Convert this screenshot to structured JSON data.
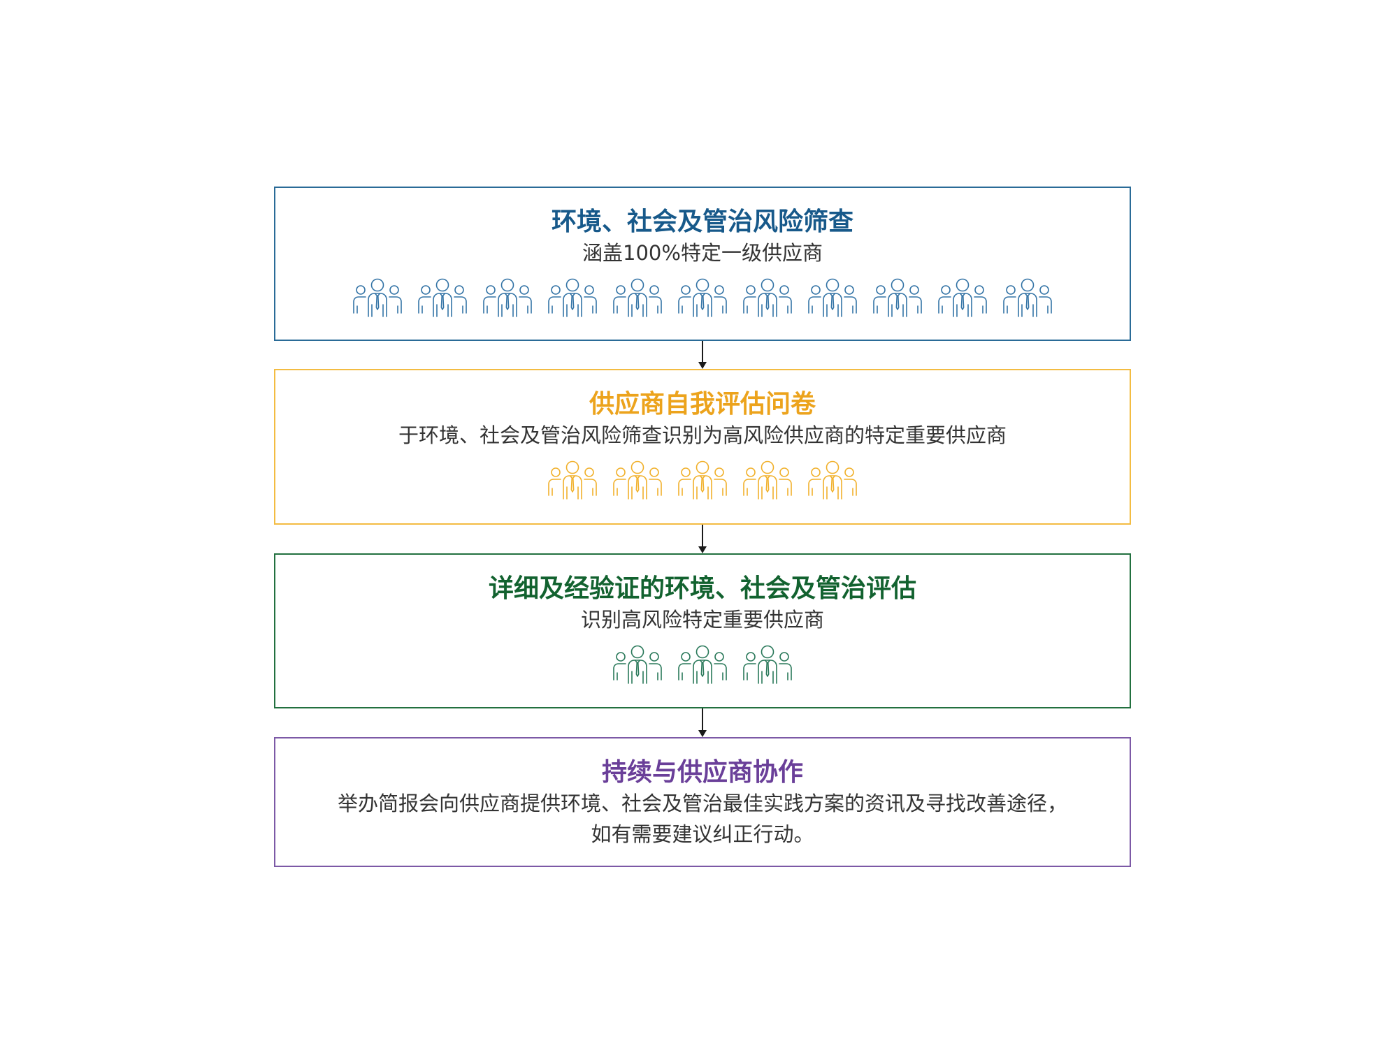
{
  "flow": {
    "steps": [
      {
        "title": "环境、社会及管治风险筛查",
        "description": [
          "涵盖100%特定一级供应商"
        ],
        "icon": "people-group-icon",
        "icon_count": 11,
        "title_color": "#17598a",
        "border_color": "#2a6b97",
        "icon_color": "#3474a6"
      },
      {
        "title": "供应商自我评估问卷",
        "description": [
          "于环境、社会及管治风险筛查识别为高风险供应商的特定重要供应商"
        ],
        "icon": "people-group-icon",
        "icon_count": 5,
        "title_color": "#eca31c",
        "border_color": "#f3bc42",
        "icon_color": "#f1b12c"
      },
      {
        "title": "详细及经验证的环境、社会及管治评估",
        "description": [
          "识别高风险特定重要供应商"
        ],
        "icon": "people-group-icon",
        "icon_count": 3,
        "title_color": "#12622f",
        "border_color": "#22703f",
        "icon_color": "#2a795a"
      },
      {
        "title": "持续与供应商协作",
        "description": [
          "举办简报会向供应商提供环境、社会及管治最佳实践方案的资讯及寻找改善途径，",
          "如有需要建议纠正行动。"
        ],
        "title_color": "#6a3f99",
        "border_color": "#7c59a6"
      }
    ],
    "arrow_color": "#1a1a1a",
    "text_color": "#333333"
  }
}
